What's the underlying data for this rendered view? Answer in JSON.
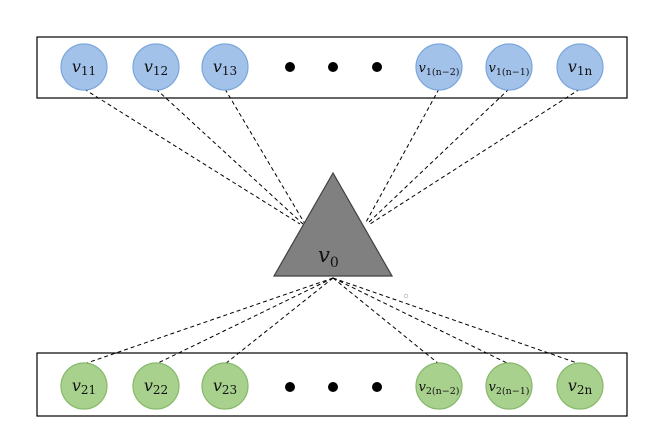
{
  "hub": {
    "base": "v",
    "sub": "0",
    "color": "#808080"
  },
  "top_row": {
    "color": "#a3c2ea",
    "nodes": [
      {
        "base": "v",
        "sub": "11"
      },
      {
        "base": "v",
        "sub": "12"
      },
      {
        "base": "v",
        "sub": "13"
      },
      {
        "base": "v",
        "sub": "1(n−2)"
      },
      {
        "base": "v",
        "sub": "1(n−1)"
      },
      {
        "base": "v",
        "sub": "1n"
      }
    ]
  },
  "bottom_row": {
    "color": "#a9d18e",
    "nodes": [
      {
        "base": "v",
        "sub": "21"
      },
      {
        "base": "v",
        "sub": "22"
      },
      {
        "base": "v",
        "sub": "23"
      },
      {
        "base": "v",
        "sub": "2(n−2)"
      },
      {
        "base": "v",
        "sub": "2(n−1)"
      },
      {
        "base": "v",
        "sub": "2n"
      }
    ]
  }
}
